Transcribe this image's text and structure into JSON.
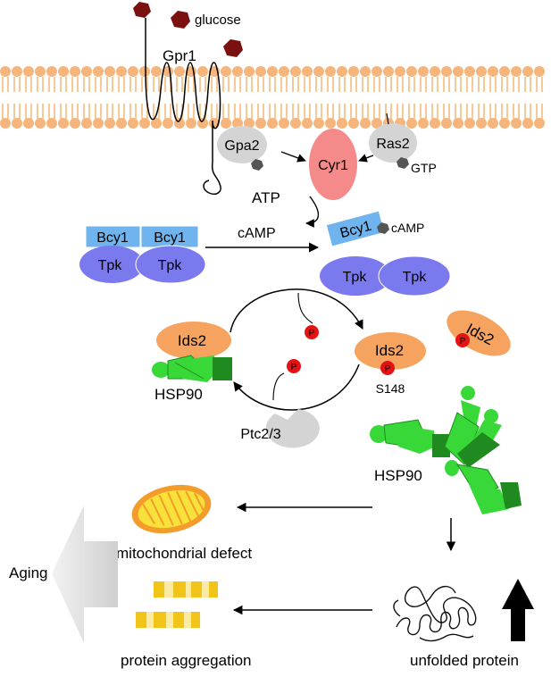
{
  "labels": {
    "glucose": "glucose",
    "gpr1": "Gpr1",
    "gpa2": "Gpa2",
    "ras2": "Ras2",
    "gtp": "GTP",
    "cyr1": "Cyr1",
    "atp": "ATP",
    "camp_left": "cAMP",
    "camp_right": "cAMP",
    "bcy1_a": "Bcy1",
    "bcy1_b": "Bcy1",
    "bcy1_c": "Bcy1",
    "tpk_a": "Tpk",
    "tpk_b": "Tpk",
    "tpk_c": "Tpk",
    "tpk_d": "Tpk",
    "ids2_left": "Ids2",
    "ids2_mid": "Ids2",
    "ids2_right": "Ids2",
    "s148": "S148",
    "hsp90_left": "HSP90",
    "hsp90_right": "HSP90",
    "ptc": "Ptc2/3",
    "p": "P",
    "mito": "mitochondrial  defect",
    "aging": "Aging",
    "aggregation": "protein  aggregation",
    "unfolded": "unfolded  protein"
  },
  "colors": {
    "glucose": "#7a1010",
    "lipid_head": "#f5b57c",
    "lipid_tail": "#f6c998",
    "grey_protein": "#d4d4d4",
    "cyr1": "#f48a8a",
    "bcy1": "#6fb4ee",
    "tpk": "#7b79ee",
    "ids2": "#f5a35f",
    "phospho": "#e41313",
    "hsp90_light": "#38d838",
    "hsp90_dark": "#1f8a1f",
    "mito_outer": "#f39c2b",
    "mito_inner": "#f8e23a",
    "aggregate_yellow": "#f0c419",
    "aggregate_pale": "#fbeaa4",
    "aging_arrow": "#d6d6d6"
  }
}
